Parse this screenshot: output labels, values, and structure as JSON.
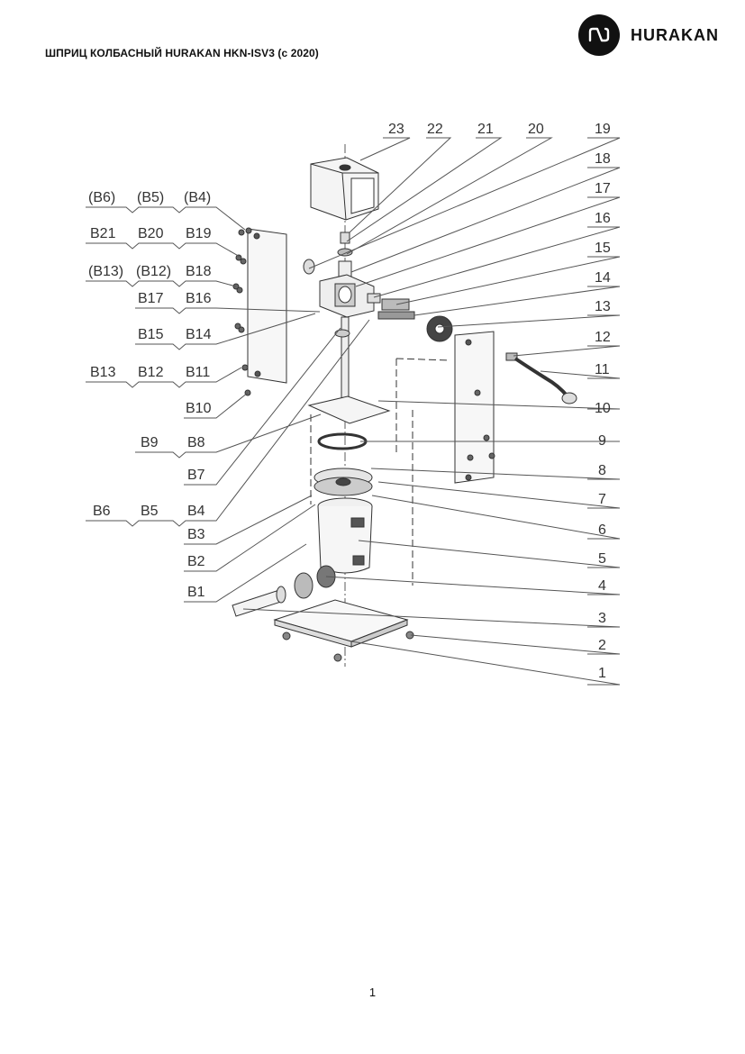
{
  "header": {
    "title": "ШПРИЦ КОЛБАСНЫЙ HURAKAN HKN-ISV3 (с 2020)",
    "brand": "HURAKAN",
    "logo_icon": "hurakan-logo-icon"
  },
  "diagram": {
    "right_callouts": [
      "23",
      "22",
      "21",
      "20",
      "19",
      "18",
      "17",
      "16",
      "15",
      "14",
      "13",
      "12",
      "11",
      "10",
      "9",
      "8",
      "7",
      "6",
      "5",
      "4",
      "3",
      "2",
      "1"
    ],
    "left_callouts": [
      [
        "(B6)",
        "(B5)",
        "(B4)"
      ],
      [
        "B21",
        "B20",
        "B19"
      ],
      [
        "(B13)",
        "(B12)",
        "B18"
      ],
      [
        "B17",
        "B16"
      ],
      [
        "B15",
        "B14"
      ],
      [
        "B13",
        "B12",
        "B11"
      ],
      [
        "B10"
      ],
      [
        "B9",
        "B8"
      ],
      [
        "B7"
      ],
      [
        "B6",
        "B5",
        "B4"
      ],
      [
        "B3"
      ],
      [
        "B2"
      ],
      [
        "B1"
      ]
    ]
  },
  "footer": {
    "page_number": "1"
  }
}
